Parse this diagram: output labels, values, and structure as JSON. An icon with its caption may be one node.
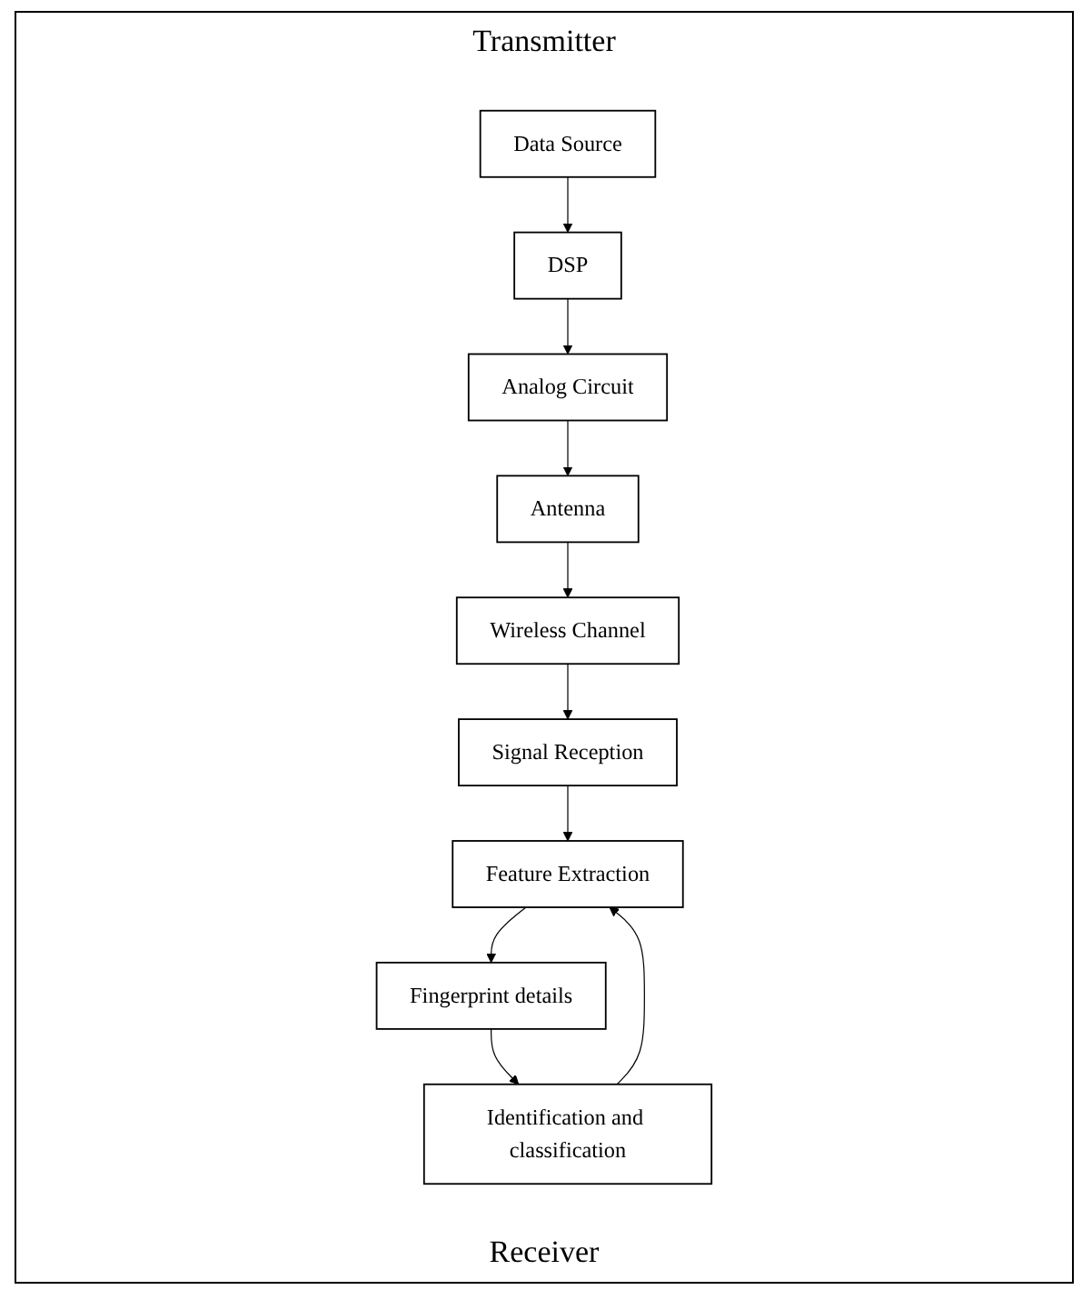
{
  "diagram": {
    "nodes": [
      {
        "text": [
          "DSP"
        ]
      },
      {
        "text": [
          "Analog Circuit"
        ]
      },
      {
        "text": [
          "Data Source"
        ]
      },
      {
        "text": [
          "Antenna"
        ]
      },
      {
        "text": [
          "Wireless Channel"
        ]
      },
      {
        "text": [
          "Signal Reception"
        ]
      },
      {
        "text": [
          "Feature Extraction"
        ]
      },
      {
        "text": [
          "Identification and classification"
        ]
      },
      {
        "text": [
          "Fingerprint details"
        ]
      }
    ],
    "edges": [
      {
        "from": 2,
        "to": 0,
        "arrow": "to"
      },
      {
        "from": 0,
        "to": 1,
        "arrow": "to"
      },
      {
        "from": 1,
        "to": 3,
        "arrow": "to"
      },
      {
        "from": 3,
        "to": 4,
        "arrow": "to"
      },
      {
        "from": 4,
        "to": 5,
        "arrow": "to"
      },
      {
        "from": 5,
        "to": 6,
        "arrow": "to"
      },
      {
        "from": 6,
        "to": 8,
        "arrow": "to"
      },
      {
        "from": 8,
        "to": 7,
        "arrow": "to"
      },
      {
        "from": 7,
        "to": 6,
        "arrow": "to"
      }
    ],
    "labels": [
      "Transmitter",
      "Receiver"
    ]
  }
}
